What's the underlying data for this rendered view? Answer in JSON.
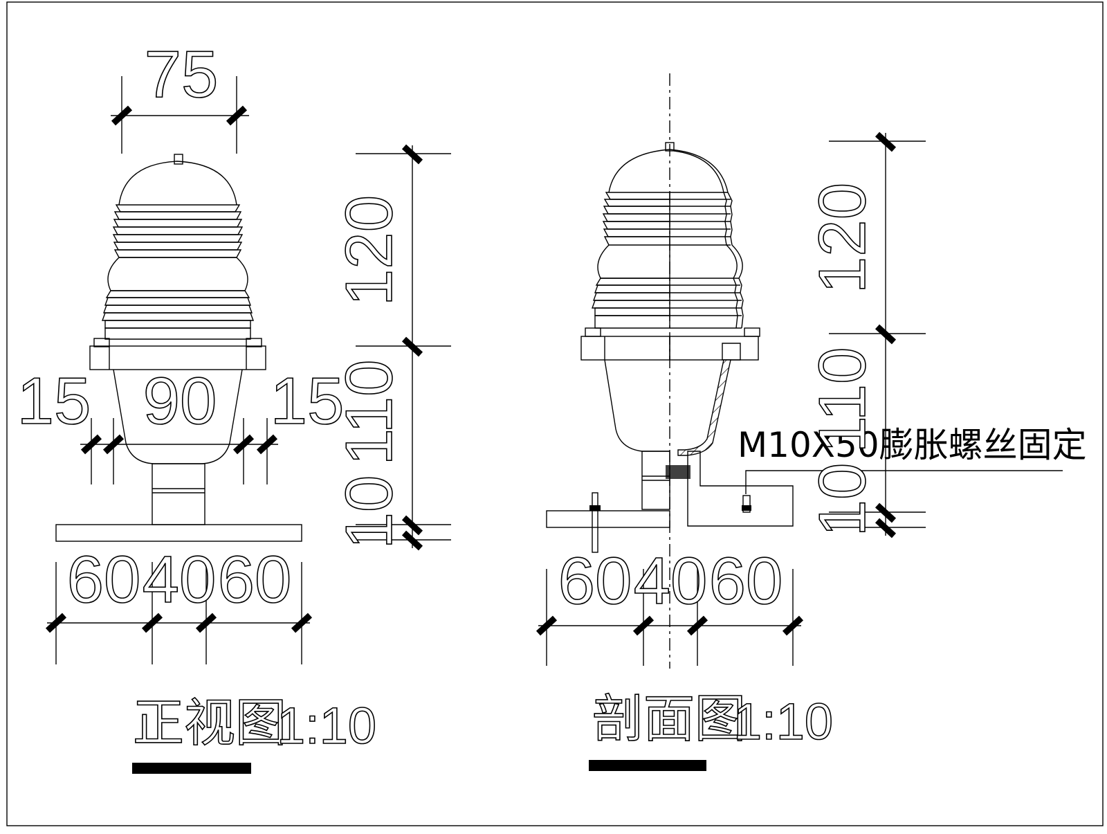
{
  "front_view": {
    "title": "正视图",
    "scale": "1:10",
    "dim_top_width": "75",
    "dim_left_side": "15",
    "dim_body_width": "90",
    "dim_right_side": "15",
    "dim_heights": [
      "120",
      "110",
      "10"
    ],
    "dim_base": [
      "60",
      "40",
      "60"
    ]
  },
  "section_view": {
    "title": "剖面图",
    "scale": "1:10",
    "dim_heights": [
      "120",
      "110",
      "10"
    ],
    "dim_base": [
      "60",
      "40",
      "60"
    ],
    "bolt_note": "M10X50膨胀螺丝固定"
  }
}
